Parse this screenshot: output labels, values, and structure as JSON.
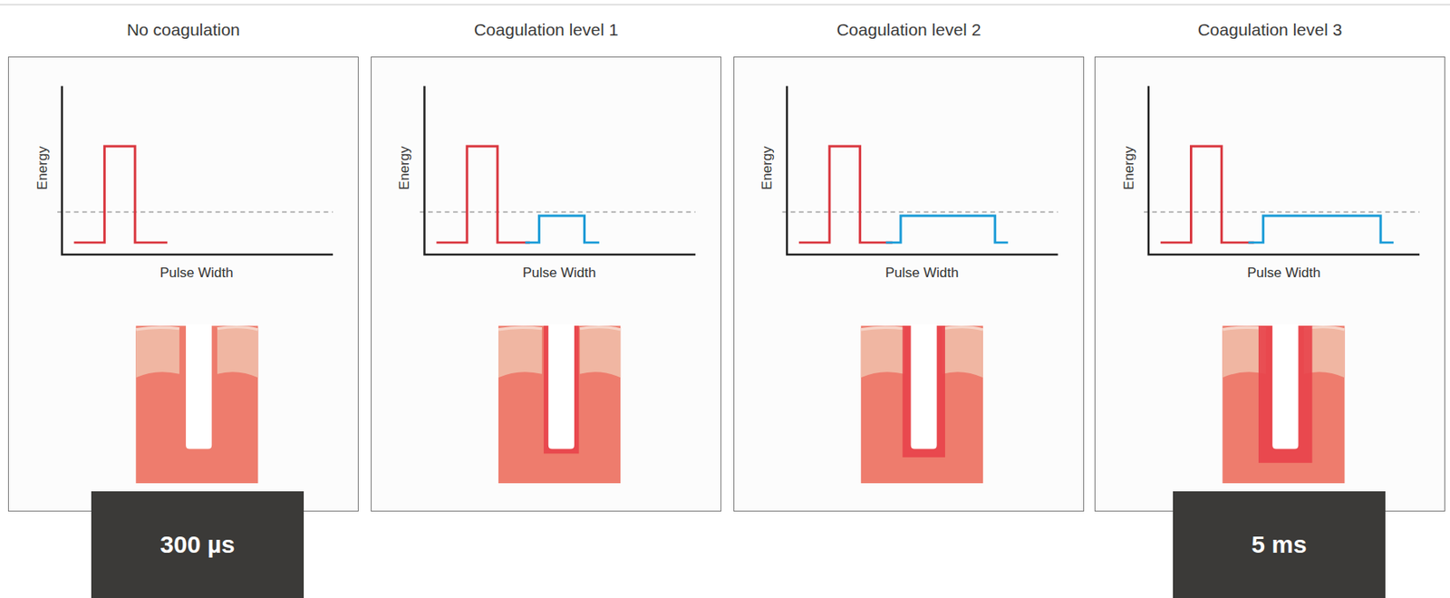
{
  "diagram": {
    "nodes": [
      {
        "text": [
          "No coagulation"
        ]
      },
      {
        "text": [
          "Coagulation level 1"
        ]
      },
      {
        "text": [
          "Coagulation level 2"
        ]
      },
      {
        "text": [
          "Coagulation level 3"
        ]
      },
      {
        "text": [
          "300 µs"
        ]
      },
      {
        "text": [
          "5 ms"
        ]
      }
    ],
    "labels": [
      "Energy",
      "Pulse Width",
      "Energy",
      "Pulse Width",
      "Energy",
      "Pulse Width",
      "Energy",
      "Pulse Width"
    ]
  }
}
